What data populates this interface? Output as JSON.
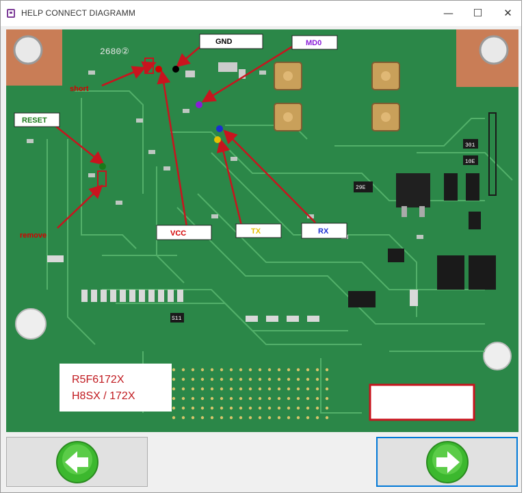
{
  "window": {
    "title": "HELP CONNECT DIAGRAMM",
    "controls": {
      "minimize": "—",
      "maximize": "☐",
      "close": "✕"
    }
  },
  "board": {
    "part_number": "2680②",
    "silk_301": "301",
    "silk_10e": "10E",
    "silk_29e": "29E",
    "silk_s11": "S11",
    "chip_label_line1": "R5F6172X",
    "chip_label_line2": "H8SX / 172X"
  },
  "labels": {
    "gnd": "GND",
    "md0": "MD0",
    "reset": "RESET",
    "short": "short",
    "remove": "remove",
    "vcc": "VCC",
    "tx": "TX",
    "rx": "RX"
  },
  "colors": {
    "pcb_green": "#2e8f4c",
    "arrow_red": "#c8141e",
    "gnd_text": "#000000",
    "md0_text": "#8a1bd8",
    "reset_text": "#1a7a1a",
    "vcc_text": "#d40000",
    "tx_text": "#e6c000",
    "rx_text": "#1a2fd0",
    "chip_text": "#c0181e",
    "nav_arrow_green": "#3cb82e"
  },
  "footer": {
    "back_icon": "arrow-left-icon",
    "next_icon": "arrow-right-icon"
  }
}
